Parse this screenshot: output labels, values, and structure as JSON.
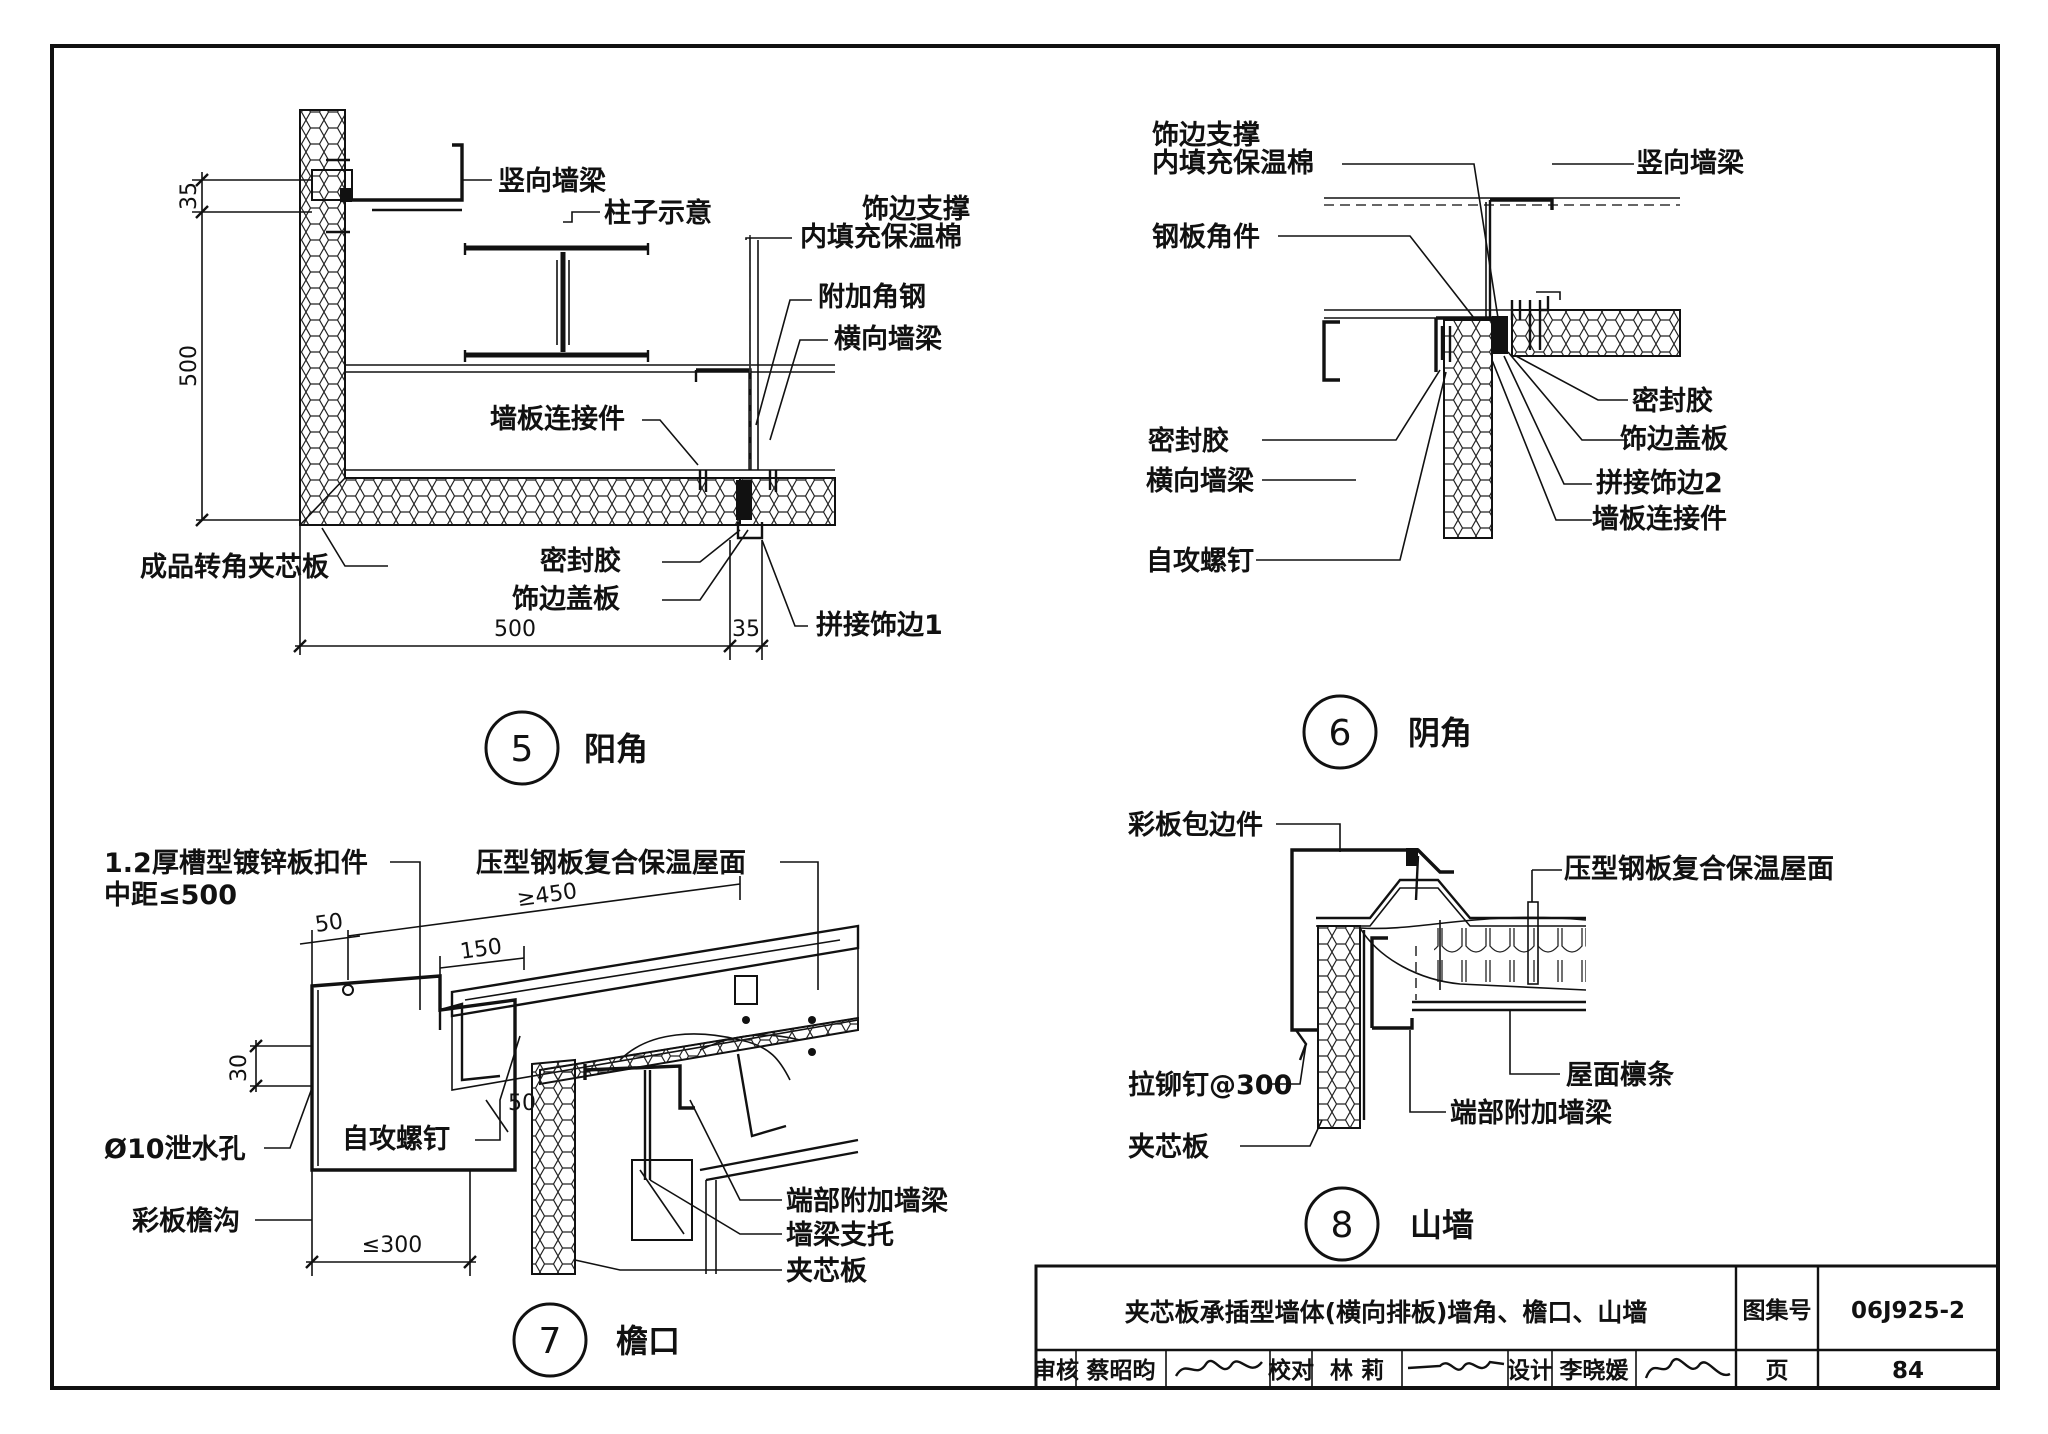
{
  "details": {
    "d5": {
      "number": "5",
      "title": "阳角",
      "labels": {
        "vertical_beam": "竖向墙梁",
        "column": "柱子示意",
        "trim_support_1": "饰边支撑",
        "trim_support_2": "内填充保温棉",
        "extra_angle": "附加角钢",
        "horizontal_beam": "横向墙梁",
        "connector": "墙板连接件",
        "corner_panel": "成品转角夹芯板",
        "sealant": "密封胶",
        "cover_plate": "饰边盖板",
        "joint_trim": "拼接饰边1"
      },
      "dims": {
        "d35_top": "35",
        "d500_v": "500",
        "d500_h": "500",
        "d35_bottom": "35"
      }
    },
    "d6": {
      "number": "6",
      "title": "阴角",
      "labels": {
        "trim_support_1": "饰边支撑",
        "trim_support_2": "内填充保温棉",
        "vertical_beam": "竖向墙梁",
        "steel_angle": "钢板角件",
        "sealant_right": "密封胶",
        "sealant_left": "密封胶",
        "cover_plate": "饰边盖板",
        "horizontal_beam": "横向墙梁",
        "joint_trim": "拼接饰边2",
        "connector": "墙板连接件",
        "screw": "自攻螺钉"
      }
    },
    "d7": {
      "number": "7",
      "title": "檐口",
      "labels": {
        "clip_1": "1.2厚槽型镀锌板扣件",
        "clip_2": "中距≤500",
        "roof": "压型钢板复合保温屋面",
        "screw": "自攻螺钉",
        "drain_hole": "Ø10泄水孔",
        "gutter": "彩板檐沟",
        "end_beam": "端部附加墙梁",
        "beam_bracket": "墙梁支托",
        "panel": "夹芯板"
      },
      "dims": {
        "d50_top": "50",
        "d450": "≥450",
        "d150": "150",
        "d30": "30",
        "d50_mid": "50",
        "d300": "≤300"
      }
    },
    "d8": {
      "number": "8",
      "title": "山墙",
      "labels": {
        "edge_flashing": "彩板包边件",
        "roof": "压型钢板复合保温屋面",
        "rivet": "拉铆钉@300",
        "purlin": "屋面檩条",
        "end_beam": "端部附加墙梁",
        "panel": "夹芯板"
      }
    }
  },
  "title_block": {
    "main_title": "夹芯板承插型墙体(横向排板)墙角、檐口、山墙",
    "atlas_label": "图集号",
    "atlas_no": "06J925-2",
    "review_label": "审核",
    "reviewer": "蔡昭昀",
    "check_label": "校对",
    "checker": "林  莉",
    "design_label": "设计",
    "designer": "李晓媛",
    "page_label": "页",
    "page_no": "84"
  }
}
